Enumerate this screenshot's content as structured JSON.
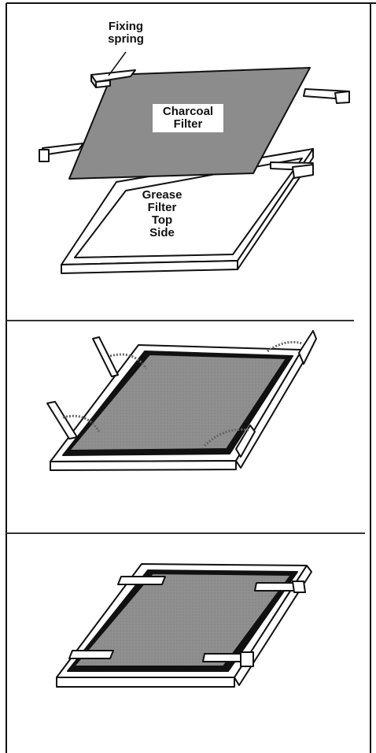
{
  "labels": {
    "fixing_spring": [
      "Fixing",
      "spring"
    ],
    "charcoal_filter": [
      "Charcoal",
      "Filter"
    ],
    "grease_filter_top_side": [
      "Grease",
      "Filter",
      "Top",
      "Side"
    ]
  },
  "colors": {
    "frame_stroke": "#111111",
    "frame_fill": "#ffffff",
    "charcoal_fill": "#8c8c8c",
    "page_background": "#ffffff"
  },
  "panels": [
    {
      "id": "exploded-view"
    },
    {
      "id": "clips-rotating-view"
    },
    {
      "id": "assembled-view"
    }
  ]
}
